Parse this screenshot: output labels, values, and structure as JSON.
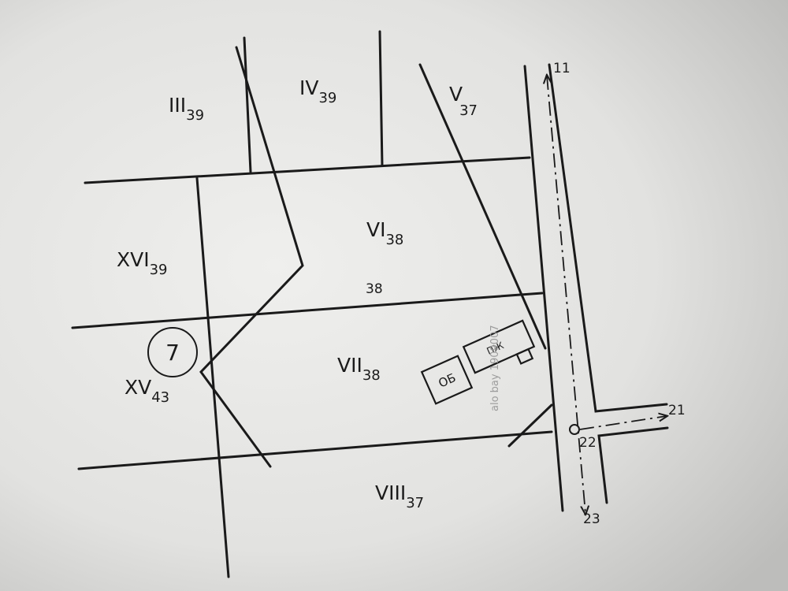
{
  "plots": [
    {
      "id": "III",
      "numeral": "III",
      "sub": "39"
    },
    {
      "id": "IV",
      "numeral": "IV",
      "sub": "39"
    },
    {
      "id": "V",
      "numeral": "V",
      "sub": "37"
    },
    {
      "id": "VI",
      "numeral": "VI",
      "sub": "38"
    },
    {
      "id": "XVI",
      "numeral": "XVI",
      "sub": "39"
    },
    {
      "id": "VII",
      "numeral": "VII",
      "sub": "38"
    },
    {
      "id": "XV",
      "numeral": "XV",
      "sub": "43"
    },
    {
      "id": "VIII",
      "numeral": "VIII",
      "sub": "37"
    }
  ],
  "labels": {
    "boundary_38": "38",
    "circle_number": "7",
    "building_ob": "ОБ",
    "building_pzh": "ПЖ",
    "road_top": "11",
    "road_right": "21",
    "junction": "22",
    "road_bottom": "23",
    "watermark": "alo bay 1909007"
  }
}
